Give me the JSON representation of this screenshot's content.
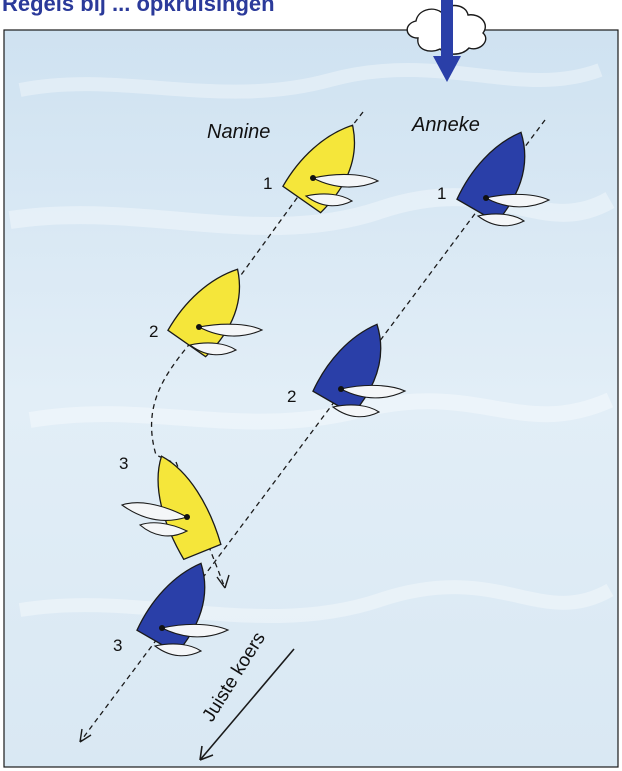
{
  "header": {
    "title": "Regels bij ... opkruisingen"
  },
  "boats": {
    "nanine": {
      "name": "Nanine",
      "color": "#f5e63a",
      "positions": [
        "1",
        "2",
        "3"
      ]
    },
    "anneke": {
      "name": "Anneke",
      "color": "#2a3fa8",
      "positions": [
        "1",
        "2",
        "3"
      ]
    }
  },
  "course_label": "Juiste koers",
  "colors": {
    "water": "#d6e8f4",
    "arrow": "#2a3fa8",
    "outline": "#1a1a1a"
  },
  "icons": [
    "wind-cloud-icon",
    "wind-arrow-icon"
  ]
}
